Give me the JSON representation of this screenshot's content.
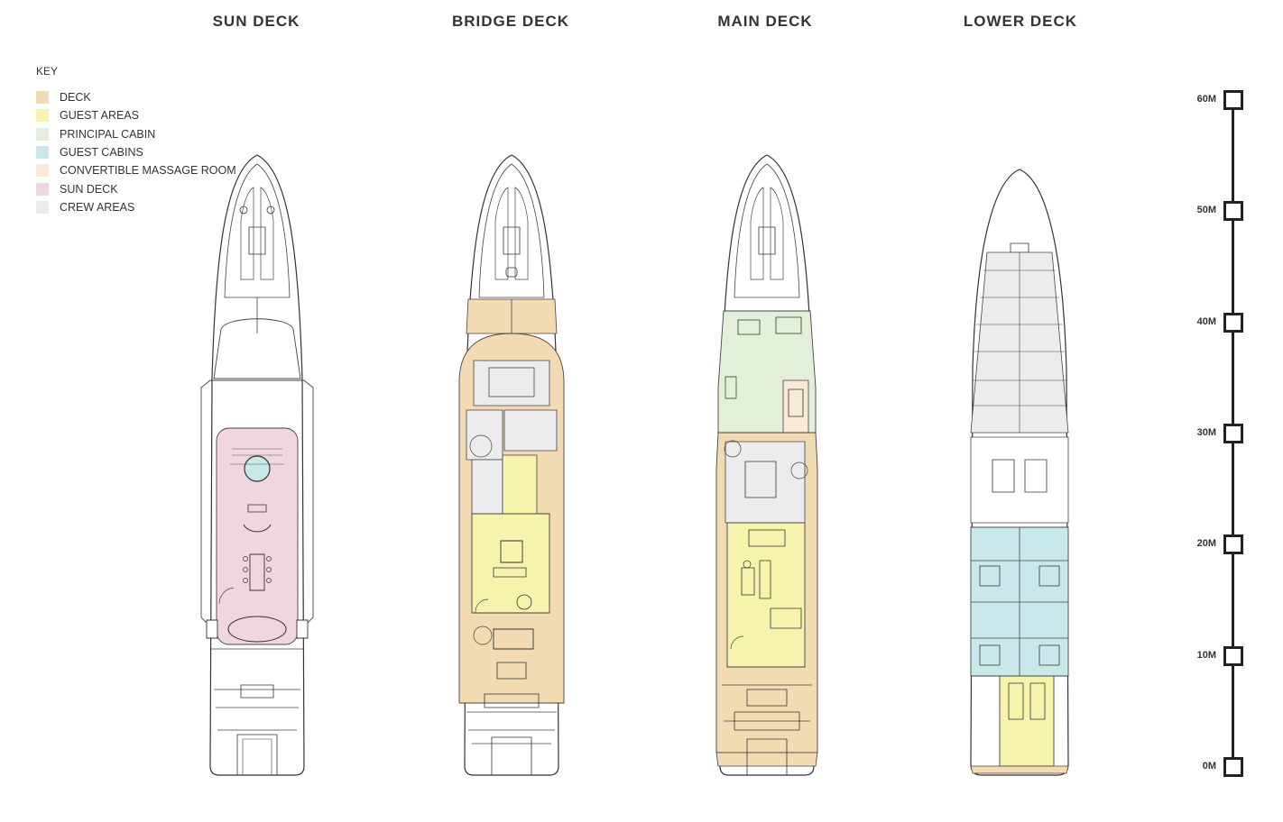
{
  "decks": [
    {
      "id": "sun",
      "title": "SUN DECK"
    },
    {
      "id": "bridge",
      "title": "BRIDGE DECK"
    },
    {
      "id": "main",
      "title": "MAIN DECK"
    },
    {
      "id": "lower",
      "title": "LOWER DECK"
    }
  ],
  "key": {
    "title": "KEY",
    "items": [
      {
        "label": "DECK",
        "color": "#f2dbb3"
      },
      {
        "label": "GUEST AREAS",
        "color": "#f6f3ad"
      },
      {
        "label": "PRINCIPAL CABIN",
        "color": "#e3efd9"
      },
      {
        "label": "GUEST CABINS",
        "color": "#c9e8ea"
      },
      {
        "label": "CONVERTIBLE MASSAGE ROOM",
        "color": "#f8ead6"
      },
      {
        "label": "SUN DECK",
        "color": "#efd6df"
      },
      {
        "label": "CREW AREAS",
        "color": "#ececef"
      }
    ]
  },
  "scale": {
    "marks": [
      "60M",
      "50M",
      "40M",
      "30M",
      "20M",
      "10M",
      "0M"
    ]
  }
}
